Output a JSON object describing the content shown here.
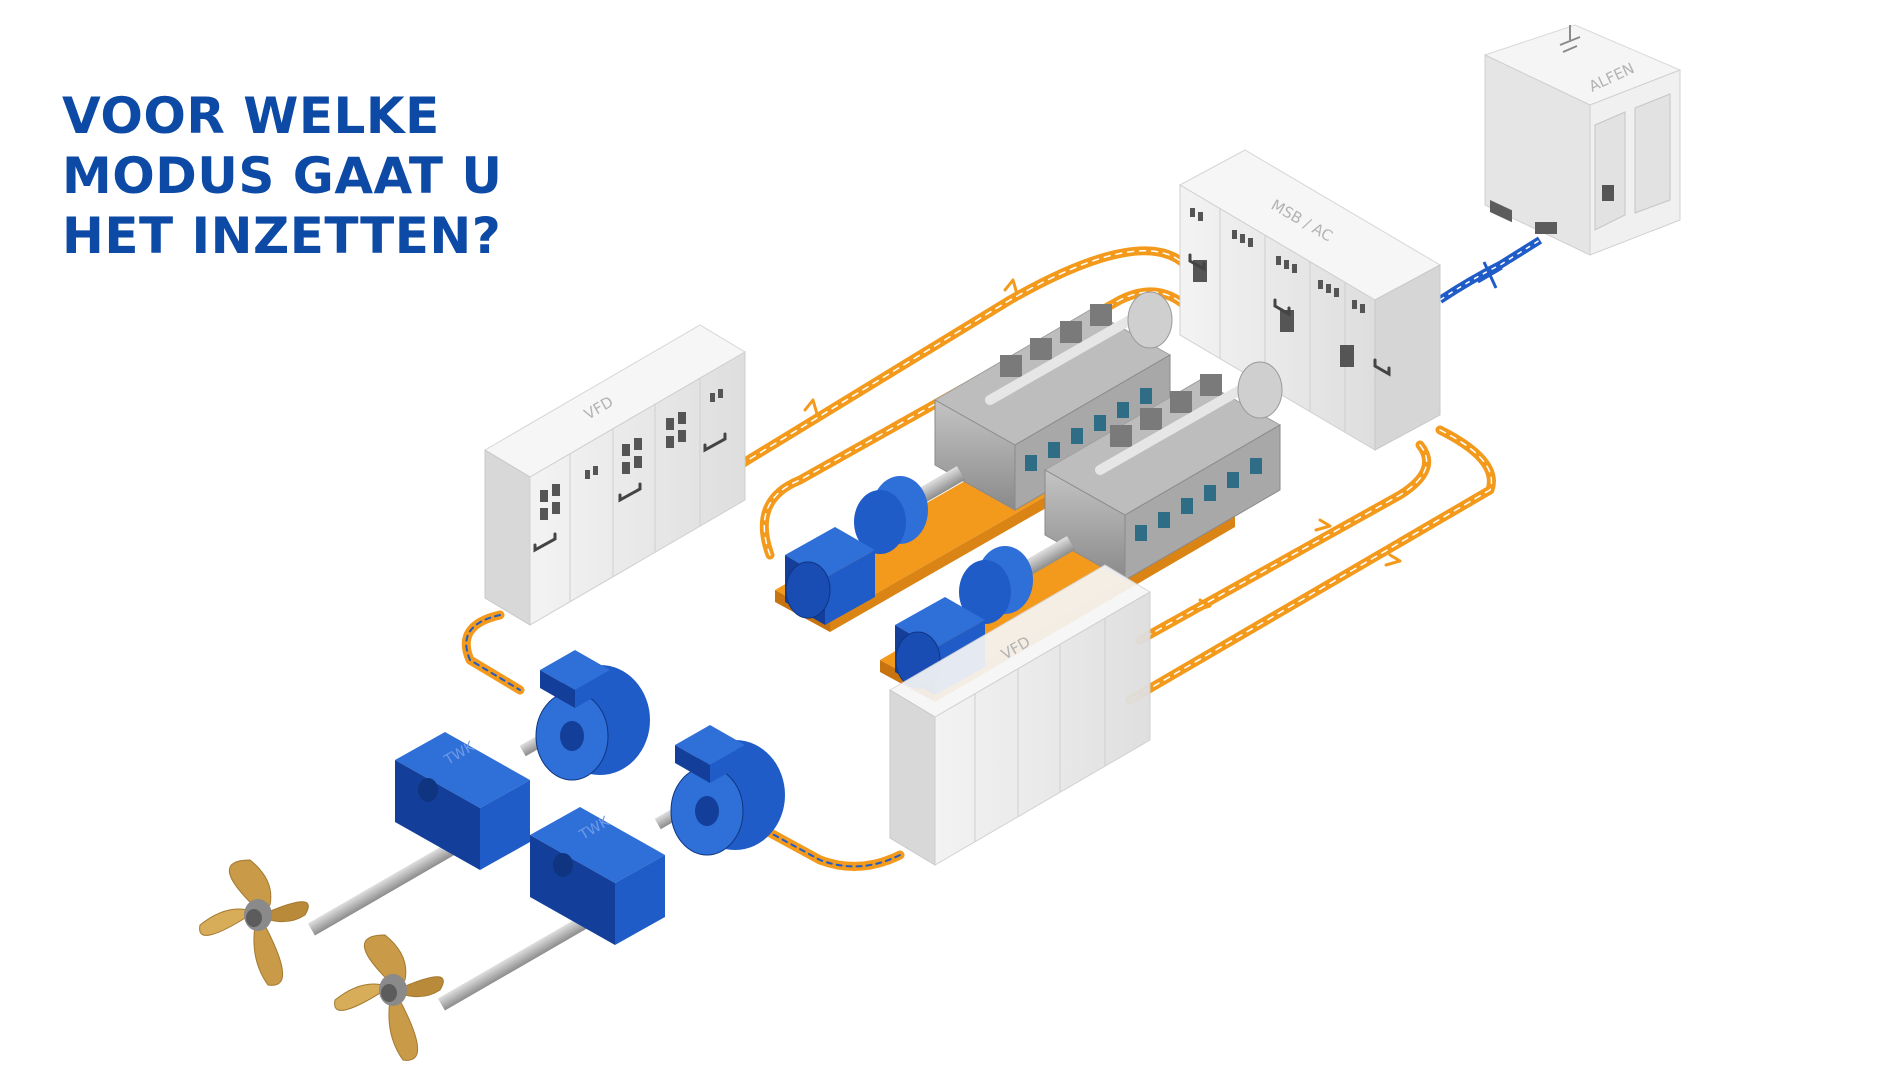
{
  "headline": {
    "line1": "VOOR WELKE",
    "line2": "MODUS GAAT U",
    "line3": "HET INZETTEN?"
  },
  "labels": {
    "alfen": "ALFEN",
    "msb": "MSB / AC",
    "vfd_left": "VFD",
    "vfd_front": "VFD",
    "twk_1": "TWK",
    "twk_2": "TWK"
  },
  "colors": {
    "title": "#0d4aa6",
    "ac_cable": "#f39a1c",
    "dc_cable": "#1f5cc8",
    "equipment_blue": "#1f5cc8",
    "cabinet_grey": "#e6e6e6",
    "engine_grey": "#9a9a9a",
    "propeller_gold": "#c99a48"
  },
  "icons": [
    "battery-icon",
    "propeller-icon"
  ]
}
